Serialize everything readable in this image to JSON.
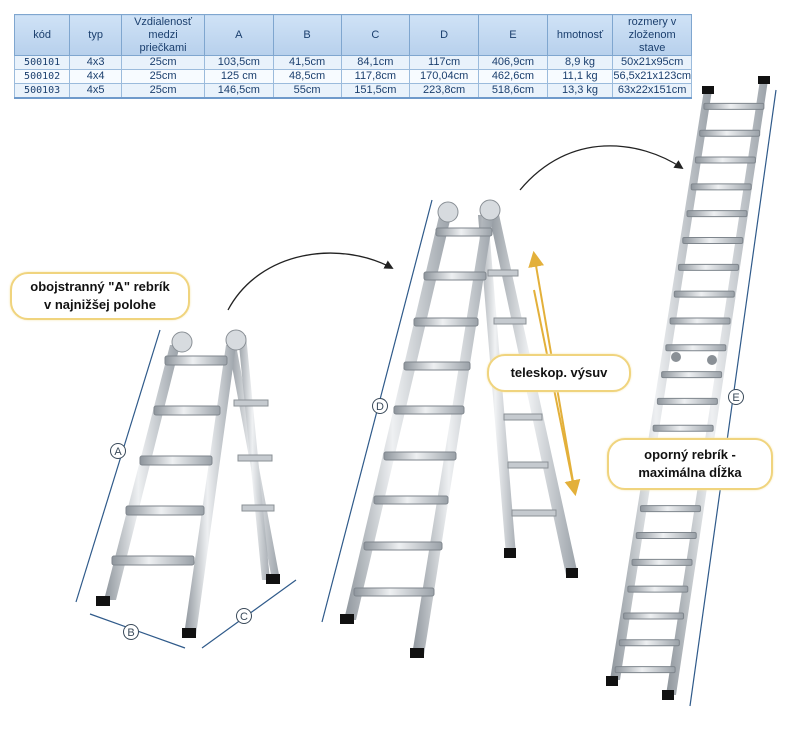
{
  "table": {
    "headers": [
      "kód",
      "typ",
      "Vzdialenosť\nmedzi priečkami",
      "A",
      "B",
      "C",
      "D",
      "E",
      "hmotnosť",
      "rozmery v\nzloženom stave"
    ],
    "rows": [
      [
        "500101",
        "4x3",
        "25cm",
        "103,5cm",
        "41,5cm",
        "84,1cm",
        "117cm",
        "406,9cm",
        "8,9 kg",
        "50x21x95cm"
      ],
      [
        "500102",
        "4x4",
        "25cm",
        "125 cm",
        "48,5cm",
        "117,8cm",
        "170,04cm",
        "462,6cm",
        "11,1 kg",
        "56,5x21x123cm"
      ],
      [
        "500103",
        "4x5",
        "25cm",
        "146,5cm",
        "55cm",
        "151,5cm",
        "223,8cm",
        "518,6cm",
        "13,3 kg",
        "63x22x151cm"
      ]
    ]
  },
  "callouts": {
    "a_frame_line1": "obojstranný \"A\" rebrík",
    "a_frame_line2": "v najnižšej polohe",
    "telescopic": "teleskop. výsuv",
    "extension_line1": "oporný rebrík -",
    "extension_line2": "maximálna dĺžka"
  },
  "dimension_labels": {
    "a": "A",
    "b": "B",
    "c": "C",
    "d": "D",
    "e": "E"
  },
  "colors": {
    "table_text": "#1b3f6e",
    "callout_border": "#f0d47e",
    "dimension_line": "#2f5a8a",
    "telescopic_arrow": "#e3b03a",
    "ladder_metal": "#b9bec4"
  }
}
